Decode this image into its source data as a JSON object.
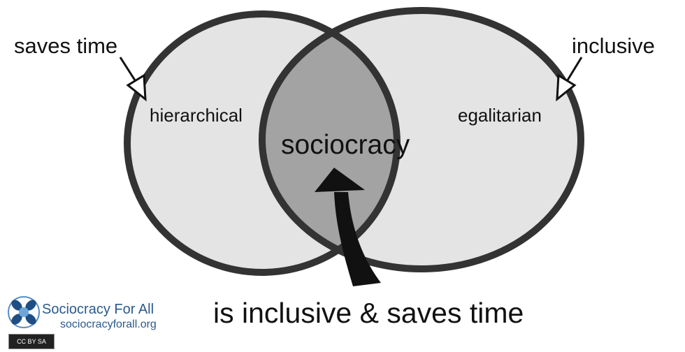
{
  "labels": {
    "saves_time": "saves time",
    "inclusive": "inclusive",
    "hierarchical": "hierarchical",
    "egalitarian": "egalitarian",
    "sociocracy": "sociocracy",
    "bottom": "is inclusive & saves time"
  },
  "logo": {
    "name": "Sociocracy For All",
    "url": "sociocracyforall.org",
    "license": "CC BY SA"
  },
  "colors": {
    "circle_fill": "#e4e4e4",
    "overlap_fill": "#a3a3a3",
    "stroke": "#333333",
    "brand": "#2a5a8c"
  }
}
